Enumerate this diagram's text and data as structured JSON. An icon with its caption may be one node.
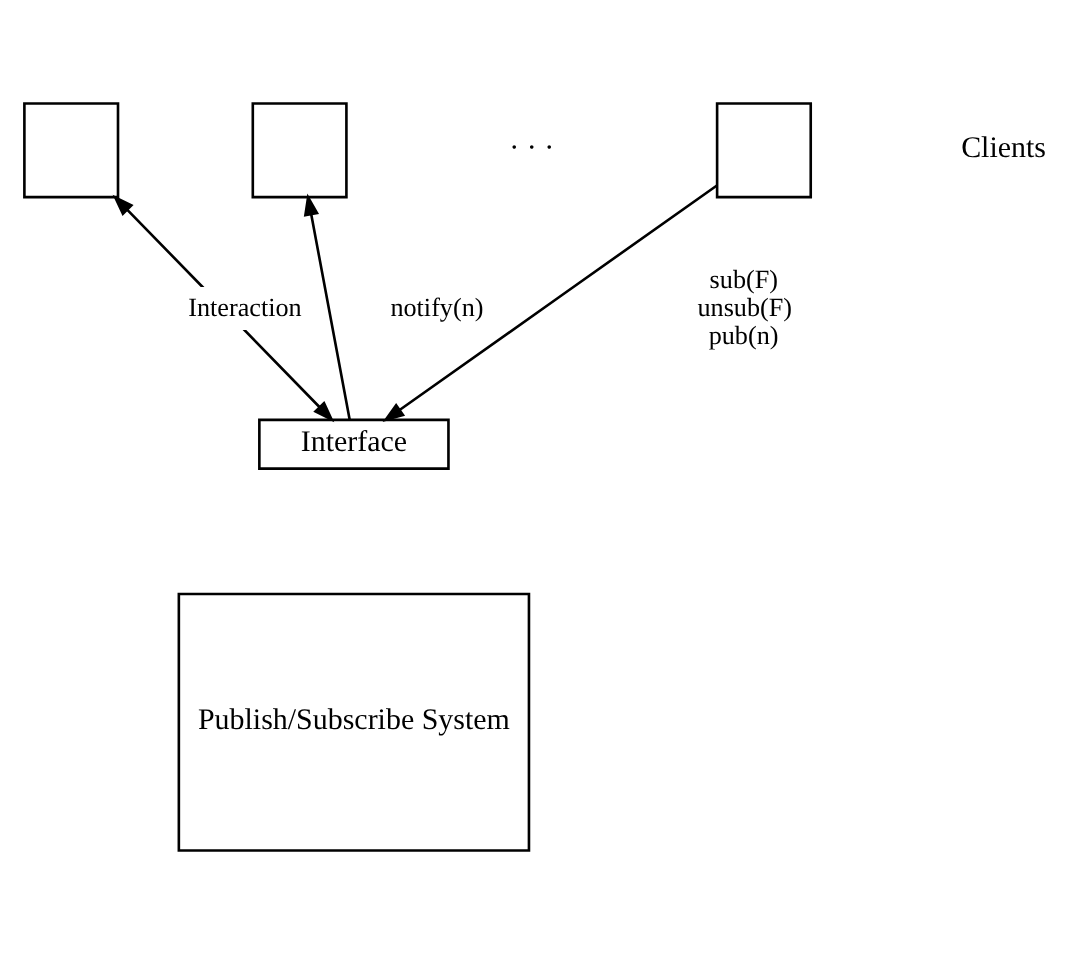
{
  "diagram": {
    "nodes": [
      {
        "text": [],
        "shape": "box"
      },
      {
        "text": [],
        "shape": "box"
      },
      {
        "text": [],
        "shape": "box"
      },
      {
        "text": [
          "Interface"
        ]
      },
      {
        "text": [
          "Publish/Subscribe System"
        ]
      }
    ],
    "edges": [
      {
        "from": 3,
        "to": 0,
        "arrow": "both",
        "label": "Interaction"
      },
      {
        "from": 3,
        "to": 1,
        "arrow": "to",
        "label": "notify(n)"
      },
      {
        "from": 2,
        "to": 3,
        "arrow": "to",
        "label": "sub(F) unsub(F) pub(n)"
      }
    ],
    "labels": [
      "· · ·",
      "Clients"
    ]
  }
}
